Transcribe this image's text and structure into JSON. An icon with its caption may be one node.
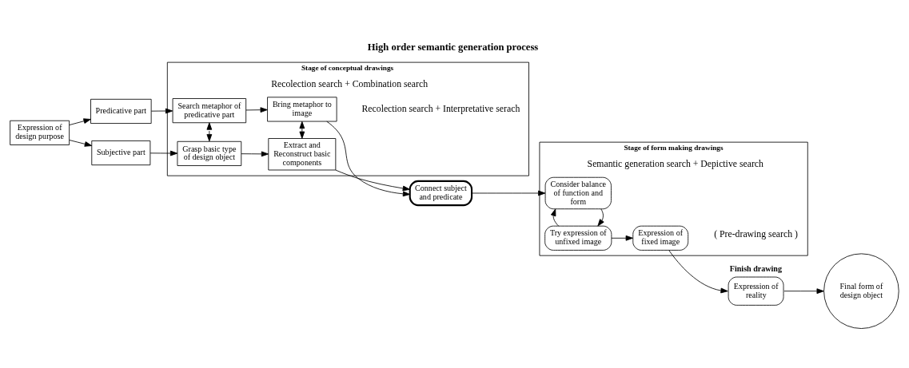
{
  "diagram": {
    "title": "High order semantic generation process",
    "nodes": [
      {
        "text": [
          "Expression of design purpose"
        ]
      },
      {
        "text": [
          "Subjective part"
        ]
      },
      {
        "text": [
          "Predicative part"
        ]
      },
      {
        "text": [
          "Stage of conceptual drawings",
          "Recolection search + Combination search",
          "Recolection search + Interpretative serach"
        ]
      },
      {
        "text": [
          "Grasp basic type of design object"
        ],
        "in": 3
      },
      {
        "text": [
          "Extract and Reconstruct basic components"
        ],
        "in": 3
      },
      {
        "text": [
          "Search metaphor of predicative part"
        ],
        "in": 3
      },
      {
        "text": [
          "Bring metaphor to image"
        ],
        "in": 3
      },
      {
        "text": [
          "Connect subject and predicate"
        ]
      },
      {
        "text": [
          "Stage of form making drawings",
          "Semantic generation search + Depictive search",
          "( Pre-drawing search )"
        ]
      },
      {
        "text": [
          "Consider balance of function and form"
        ],
        "in": 9
      },
      {
        "text": [
          "Try expression of unfixed image"
        ],
        "in": 9
      },
      {
        "text": [
          "Expression of fixed image"
        ],
        "in": 9
      },
      {
        "text": [
          "Expression of reality"
        ],
        "beside": [
          "Finish drawing"
        ]
      },
      {
        "text": [
          "Final form of design object"
        ]
      }
    ],
    "edges": [
      {
        "from": 0,
        "to": 1,
        "arrow": "to"
      },
      {
        "from": 0,
        "to": 2,
        "arrow": "to"
      },
      {
        "from": 1,
        "to": 4,
        "arrow": "to"
      },
      {
        "from": 2,
        "to": 6,
        "arrow": "to"
      },
      {
        "from": 4,
        "to": 5,
        "arrow": "to"
      },
      {
        "from": 6,
        "to": 7,
        "arrow": "to"
      },
      {
        "from": 4,
        "to": 6,
        "arrow": "both",
        "style": "dashed"
      },
      {
        "from": 5,
        "to": 7,
        "arrow": "both",
        "style": "dashed"
      },
      {
        "from": 5,
        "to": 8,
        "arrow": "to"
      },
      {
        "from": 7,
        "to": 8,
        "arrow": "to"
      },
      {
        "from": 8,
        "to": 10,
        "arrow": "to"
      },
      {
        "from": 10,
        "to": 11,
        "arrow": "to"
      },
      {
        "from": 11,
        "to": 10,
        "arrow": "to"
      },
      {
        "from": 11,
        "to": 12,
        "arrow": "to"
      },
      {
        "from": 12,
        "to": 13,
        "arrow": "to"
      },
      {
        "from": 13,
        "to": 14,
        "arrow": "to"
      }
    ]
  }
}
